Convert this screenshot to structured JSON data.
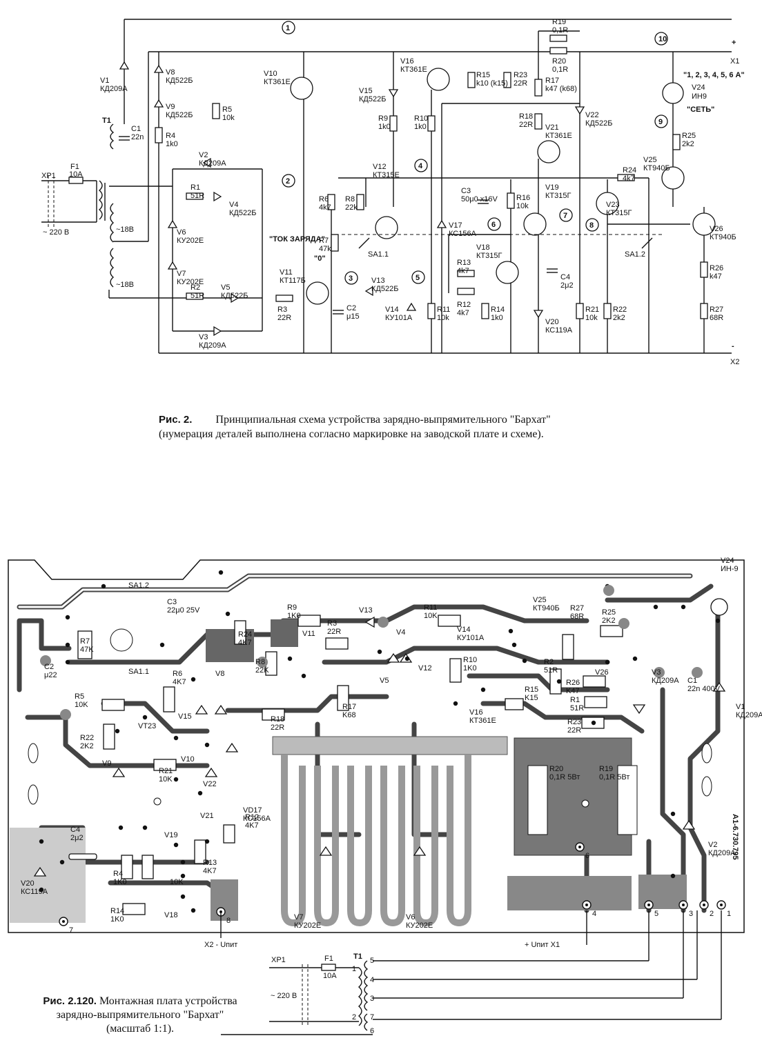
{
  "schematic": {
    "caption_fig": "Рис. 2.",
    "caption_line1": "Принципиальная схема устройства зарядно-выпрямительного \"Бархат\"",
    "caption_line2": "(нумерация деталей выполнена согласно маркировке на заводской плате и схеме).",
    "mains": {
      "plug": "XP1",
      "fuse": "F1",
      "fuse_rating": "10A",
      "voltage": "~ 220 В"
    },
    "transformer": {
      "ref": "T1",
      "winding_a": "~18В",
      "winding_b": "~18В"
    },
    "outputs": {
      "plus": "+",
      "x1": "X1",
      "minus": "-",
      "x2": "X2"
    },
    "indicator": {
      "ref": "V24",
      "type": "ИН9",
      "scale": "\"1, 2, 3, 4, 5, 6 А\"",
      "mains": "\"СЕТЬ\""
    },
    "control_label": "\"ТОК ЗАРЯДА\"",
    "zero_label": "\"0\"",
    "switch_a": "SA1.1",
    "switch_b": "SA1.2",
    "nodes": [
      "1",
      "2",
      "3",
      "4",
      "5",
      "6",
      "7",
      "8",
      "9",
      "10"
    ],
    "components": [
      {
        "ref": "V1",
        "value": "КД209А"
      },
      {
        "ref": "C1",
        "value": "22n"
      },
      {
        "ref": "V8",
        "value": "КД522Б"
      },
      {
        "ref": "V9",
        "value": "КД522Б"
      },
      {
        "ref": "R4",
        "value": "1k0"
      },
      {
        "ref": "R5",
        "value": "10k"
      },
      {
        "ref": "V2",
        "value": "КД209А"
      },
      {
        "ref": "R1",
        "value": "51R"
      },
      {
        "ref": "V4",
        "value": "КД522Б"
      },
      {
        "ref": "V6",
        "value": "КУ202Е"
      },
      {
        "ref": "V7",
        "value": "КУ202Е"
      },
      {
        "ref": "R2",
        "value": "51R"
      },
      {
        "ref": "V5",
        "value": "КД522Б"
      },
      {
        "ref": "V3",
        "value": "КД209А"
      },
      {
        "ref": "V10",
        "value": "КТ361Е"
      },
      {
        "ref": "V11",
        "value": "КТ117Б"
      },
      {
        "ref": "R3",
        "value": "22R"
      },
      {
        "ref": "R6",
        "value": "4k7"
      },
      {
        "ref": "R7",
        "value": "47k"
      },
      {
        "ref": "R8",
        "value": "22k"
      },
      {
        "ref": "C2",
        "value": "μ15"
      },
      {
        "ref": "V12",
        "value": "КТ315Е"
      },
      {
        "ref": "V13",
        "value": "КД522Б"
      },
      {
        "ref": "V14",
        "value": "КУ101А"
      },
      {
        "ref": "V15",
        "value": "КД522Б"
      },
      {
        "ref": "R9",
        "value": "1k0"
      },
      {
        "ref": "V16",
        "value": "КТ361Е"
      },
      {
        "ref": "R10",
        "value": "1k0"
      },
      {
        "ref": "R15",
        "value": "k10 (k15)"
      },
      {
        "ref": "R23",
        "value": "22R"
      },
      {
        "ref": "R17",
        "value": "k47 (k68)"
      },
      {
        "ref": "R19",
        "value": "0,1R"
      },
      {
        "ref": "R20",
        "value": "0,1R"
      },
      {
        "ref": "R18",
        "value": "22R"
      },
      {
        "ref": "V21",
        "value": "КТ361Е"
      },
      {
        "ref": "V22",
        "value": "КД522Б"
      },
      {
        "ref": "C3",
        "value": "50μ0 x16V"
      },
      {
        "ref": "V17",
        "value": "КС156А"
      },
      {
        "ref": "R16",
        "value": "10k"
      },
      {
        "ref": "V18",
        "value": "КТ315Г"
      },
      {
        "ref": "R13",
        "value": "4k7"
      },
      {
        "ref": "R12",
        "value": "4k7"
      },
      {
        "ref": "R11",
        "value": "10k"
      },
      {
        "ref": "R14",
        "value": "1k0"
      },
      {
        "ref": "C4",
        "value": "2μ2"
      },
      {
        "ref": "V20",
        "value": "КС119А"
      },
      {
        "ref": "V19",
        "value": "КТ315Г"
      },
      {
        "ref": "V23",
        "value": "КТ315Г"
      },
      {
        "ref": "R24",
        "value": "4k7"
      },
      {
        "ref": "R21",
        "value": "10k"
      },
      {
        "ref": "R22",
        "value": "2k2"
      },
      {
        "ref": "V25",
        "value": "КТ940Б"
      },
      {
        "ref": "R25",
        "value": "2k2"
      },
      {
        "ref": "V26",
        "value": "КТ940Б"
      },
      {
        "ref": "R26",
        "value": "k47"
      },
      {
        "ref": "R27",
        "value": "68R"
      }
    ]
  },
  "board": {
    "caption_fig": "Рис. 2.120.",
    "caption_line1": "Монтажная плата устройства",
    "caption_line2": "зарядно-выпрямительного \"Бархат\"",
    "caption_line3": "(масштаб 1:1).",
    "board_code": "А1-6.730.795",
    "out_minus": "X2 - Uпит",
    "out_plus": "+ Uпит X1",
    "terminals": [
      "1",
      "2",
      "3",
      "4",
      "5",
      "6",
      "7",
      "8"
    ],
    "transformer": {
      "plug": "XP1",
      "fuse": "F1",
      "fuse_rating": "10A",
      "ref": "T1",
      "voltage": "~ 220 В",
      "pins": [
        "5",
        "1",
        "4",
        "3",
        "2",
        "7",
        "6"
      ]
    },
    "parts": [
      {
        "ref": "SA1.2",
        "text": "SA1.2"
      },
      {
        "ref": "SA1.1",
        "text": "SA1.1"
      },
      {
        "ref": "C3",
        "text": "22μ0 25V"
      },
      {
        "ref": "R7",
        "text": "47K"
      },
      {
        "ref": "C2",
        "text": "μ22"
      },
      {
        "ref": "R24",
        "text": "4K7"
      },
      {
        "ref": "R9",
        "text": "1K0"
      },
      {
        "ref": "V11",
        "text": "V11"
      },
      {
        "ref": "R3",
        "text": "22R"
      },
      {
        "ref": "R8",
        "text": "22K"
      },
      {
        "ref": "V13",
        "text": "V13"
      },
      {
        "ref": "R11",
        "text": "10K"
      },
      {
        "ref": "V14",
        "text": "КУ101А"
      },
      {
        "ref": "V4",
        "text": "V4"
      },
      {
        "ref": "V5",
        "text": "V5"
      },
      {
        "ref": "V12",
        "text": "V12"
      },
      {
        "ref": "R10",
        "text": "1K0"
      },
      {
        "ref": "R6",
        "text": "4K7"
      },
      {
        "ref": "R5",
        "text": "10K"
      },
      {
        "ref": "V8",
        "text": "V8"
      },
      {
        "ref": "V15",
        "text": "V15"
      },
      {
        "ref": "R17",
        "text": "K68"
      },
      {
        "ref": "R18",
        "text": "22R"
      },
      {
        "ref": "V10",
        "text": "V10"
      },
      {
        "ref": "VT23",
        "text": "VT23"
      },
      {
        "ref": "R22",
        "text": "2K2"
      },
      {
        "ref": "V9",
        "text": "V9"
      },
      {
        "ref": "R21",
        "text": "10K"
      },
      {
        "ref": "V22",
        "text": "V22"
      },
      {
        "ref": "V21",
        "text": "V21"
      },
      {
        "ref": "VD17",
        "text": "КС156А"
      },
      {
        "ref": "R12",
        "text": "4K7"
      },
      {
        "ref": "V19",
        "text": "V19"
      },
      {
        "ref": "C4",
        "text": "2μ2"
      },
      {
        "ref": "R4",
        "text": "1K0"
      },
      {
        "ref": "R17b",
        "text": "10K"
      },
      {
        "ref": "R13",
        "text": "4K7"
      },
      {
        "ref": "R14",
        "text": "1K0"
      },
      {
        "ref": "V18",
        "text": "V18"
      },
      {
        "ref": "V20",
        "text": "КС119А"
      },
      {
        "ref": "V16",
        "text": "КТ361Е"
      },
      {
        "ref": "R15",
        "text": "K15"
      },
      {
        "ref": "R2",
        "text": "51R"
      },
      {
        "ref": "R1",
        "text": "51R"
      },
      {
        "ref": "R23",
        "text": "22R"
      },
      {
        "ref": "R26",
        "text": "K47"
      },
      {
        "ref": "R27",
        "text": "68R"
      },
      {
        "ref": "V25",
        "text": "КТ940Б"
      },
      {
        "ref": "R25",
        "text": "2K2"
      },
      {
        "ref": "V26",
        "text": "V26"
      },
      {
        "ref": "V3",
        "text": "КД209А"
      },
      {
        "ref": "C1",
        "text": "22n 400V"
      },
      {
        "ref": "V1",
        "text": "КД209А"
      },
      {
        "ref": "V24",
        "text": "ИН-9"
      },
      {
        "ref": "R20",
        "text": "0,1R 5Вт"
      },
      {
        "ref": "R19",
        "text": "0,1R 5Вт"
      },
      {
        "ref": "V2",
        "text": "КД209А"
      },
      {
        "ref": "V7",
        "text": "КУ202Е"
      },
      {
        "ref": "V6",
        "text": "КУ202Е"
      }
    ]
  }
}
